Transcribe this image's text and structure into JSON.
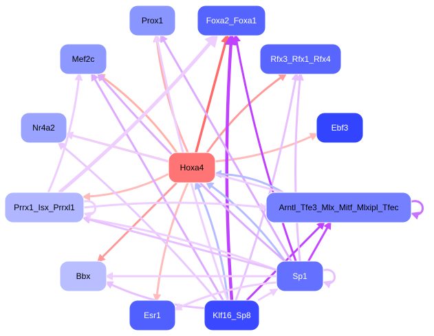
{
  "nodes": [
    {
      "id": "Prox1",
      "label": "Prox1",
      "fill": "#8a96ff",
      "text": "#000000"
    },
    {
      "id": "Foxa2_Foxa1",
      "label": "Foxa2_Foxa1",
      "fill": "#5563ff",
      "text": "#ffffff"
    },
    {
      "id": "Mef2c",
      "label": "Mef2c",
      "fill": "#8d99ff",
      "text": "#000000"
    },
    {
      "id": "Rfx3_Rfx1_Rfx4",
      "label": "Rfx3_Rfx1_Rfx4",
      "fill": "#5865ff",
      "text": "#ffffff"
    },
    {
      "id": "Nr4a2",
      "label": "Nr4a2",
      "fill": "#9aa4ff",
      "text": "#000000"
    },
    {
      "id": "Ebf3",
      "label": "Ebf3",
      "fill": "#3344ff",
      "text": "#ffffff"
    },
    {
      "id": "Hoxa4",
      "label": "Hoxa4",
      "fill": "#ff7575",
      "text": "#000000"
    },
    {
      "id": "Prrx1_Isx_Prrxl1",
      "label": "Prrx1_Isx_Prrxl1",
      "fill": "#b0b6ff",
      "text": "#000000"
    },
    {
      "id": "Arntl",
      "label": "Arntl_Tfe3_Mlx_Mitf_Mlxipl_Tfec",
      "fill": "#7480ff",
      "text": "#000000"
    },
    {
      "id": "Bbx",
      "label": "Bbx",
      "fill": "#b8beff",
      "text": "#000000"
    },
    {
      "id": "Sp1",
      "label": "Sp1",
      "fill": "#6470ff",
      "text": "#ffffff"
    },
    {
      "id": "Esr1",
      "label": "Esr1",
      "fill": "#5060ff",
      "text": "#ffffff"
    },
    {
      "id": "Klf16_Sp8",
      "label": "Klf16_Sp8",
      "fill": "#3a48ff",
      "text": "#ffffff"
    }
  ],
  "edges": [
    {
      "from": "Hoxa4",
      "to": "Prox1",
      "color": "#ffb0b0"
    },
    {
      "from": "Hoxa4",
      "to": "Foxa2_Foxa1",
      "color": "#ff6a6a"
    },
    {
      "from": "Hoxa4",
      "to": "Mef2c",
      "color": "#ffb0a8"
    },
    {
      "from": "Hoxa4",
      "to": "Rfx3_Rfx1_Rfx4",
      "color": "#ff9a9a"
    },
    {
      "from": "Hoxa4",
      "to": "Nr4a2",
      "color": "#ffa8a8"
    },
    {
      "from": "Hoxa4",
      "to": "Ebf3",
      "color": "#ffbaba"
    },
    {
      "from": "Hoxa4",
      "to": "Prrx1_Isx_Prrxl1",
      "color": "#ffbaba"
    },
    {
      "from": "Hoxa4",
      "to": "Bbx",
      "color": "#ff9898"
    },
    {
      "from": "Hoxa4",
      "to": "Esr1",
      "color": "#ffbaba"
    },
    {
      "from": "Klf16_Sp8",
      "to": "Foxa2_Foxa1",
      "color": "#c040ff"
    },
    {
      "from": "Klf16_Sp8",
      "to": "Arntl",
      "color": "#c040ff"
    },
    {
      "from": "Klf16_Sp8",
      "to": "Hoxa4",
      "color": "#b4bcff"
    },
    {
      "from": "Klf16_Sp8",
      "to": "Prox1",
      "color": "#eecdff"
    },
    {
      "from": "Klf16_Sp8",
      "to": "Mef2c",
      "color": "#dcaaff"
    },
    {
      "from": "Klf16_Sp8",
      "to": "Nr4a2",
      "color": "#e8c8ff"
    },
    {
      "from": "Klf16_Sp8",
      "to": "Bbx",
      "color": "#e8c0ff"
    },
    {
      "from": "Klf16_Sp8",
      "to": "Sp1",
      "color": "#eecdff"
    },
    {
      "from": "Klf16_Sp8",
      "to": "Rfx3_Rfx1_Rfx4",
      "color": "#e8c0ff"
    },
    {
      "from": "Sp1",
      "to": "Foxa2_Foxa1",
      "color": "#c040ff"
    },
    {
      "from": "Sp1",
      "to": "Arntl",
      "color": "#c848ff"
    },
    {
      "from": "Sp1",
      "to": "Hoxa4",
      "color": "#b4bcff"
    },
    {
      "from": "Sp1",
      "to": "Sp1",
      "color": "#e8c0ff"
    },
    {
      "from": "Sp1",
      "to": "Bbx",
      "color": "#eecdff"
    },
    {
      "from": "Sp1",
      "to": "Prrx1_Isx_Prrxl1",
      "color": "#eecdff"
    },
    {
      "from": "Sp1",
      "to": "Mef2c",
      "color": "#dcaaff"
    },
    {
      "from": "Sp1",
      "to": "Prox1",
      "color": "#dcaaff"
    },
    {
      "from": "Sp1",
      "to": "Esr1",
      "color": "#eecdff"
    },
    {
      "from": "Sp1",
      "to": "Rfx3_Rfx1_Rfx4",
      "color": "#e8c0ff"
    },
    {
      "from": "Sp1",
      "to": "Prrx1_Isx_Prrxl1",
      "color": "#e8c0ff"
    },
    {
      "from": "Arntl",
      "to": "Hoxa4",
      "color": "#b4bcff"
    },
    {
      "from": "Arntl",
      "to": "Arntl",
      "color": "#c870ff"
    },
    {
      "from": "Arntl",
      "to": "Nr4a2",
      "color": "#eecdff"
    },
    {
      "from": "Prrx1_Isx_Prrxl1",
      "to": "Foxa2_Foxa1",
      "color": "#eecdff"
    },
    {
      "from": "Prrx1_Isx_Prrxl1",
      "to": "Arntl",
      "color": "#eecdff"
    },
    {
      "from": "Prrx1_Isx_Prrxl1",
      "to": "Prrx1_Isx_Prrxl1",
      "color": "#eecdff"
    },
    {
      "from": "Prrx1_Isx_Prrxl1",
      "to": "Mef2c",
      "color": "#eecdff"
    }
  ]
}
